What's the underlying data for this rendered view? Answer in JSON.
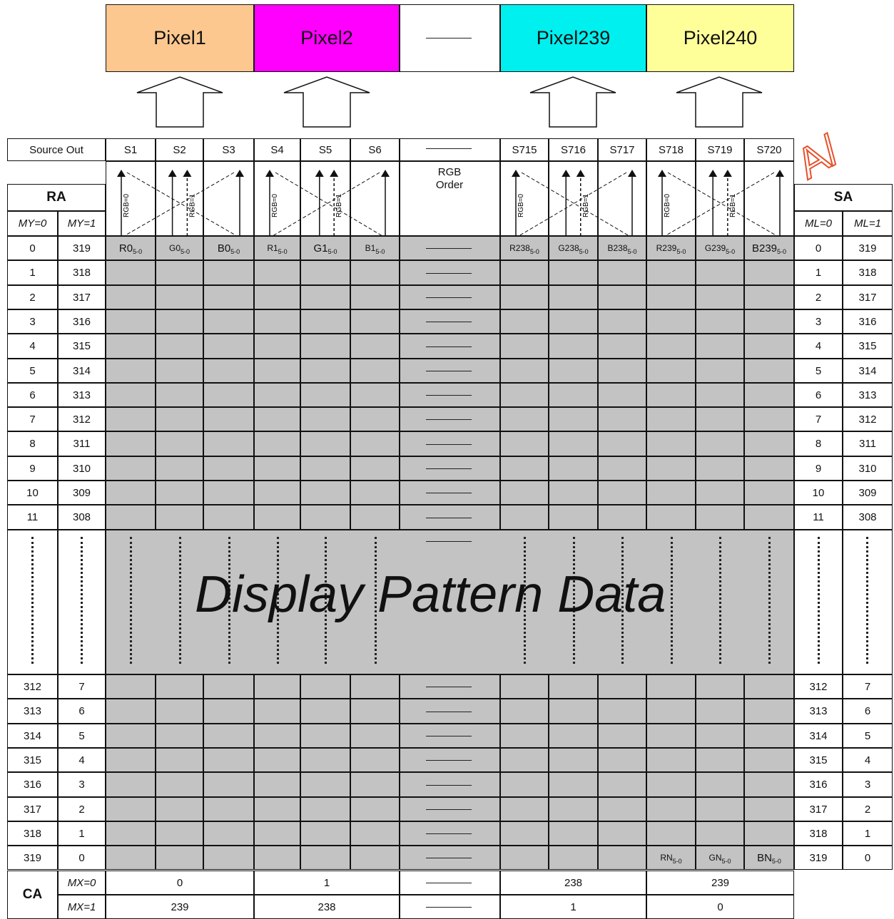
{
  "pixels": [
    {
      "label": "Pixel1",
      "color": "#fcc890"
    },
    {
      "label": "Pixel2",
      "color": "#ff00ff"
    },
    {
      "label": "—",
      "color": "#ffffff"
    },
    {
      "label": "Pixel239",
      "color": "#00f0f0"
    },
    {
      "label": "Pixel240",
      "color": "#ffff9a"
    }
  ],
  "source_out_label": "Source Out",
  "source_outputs": [
    "S1",
    "S2",
    "S3",
    "S4",
    "S5",
    "S6",
    "S715",
    "S716",
    "S717",
    "S718",
    "S719",
    "S720"
  ],
  "rgb_order_label": "RGB Order",
  "rgb_labels": [
    "RGB=0",
    "RGB=1"
  ],
  "ra_label": "RA",
  "sa_label": "SA",
  "my0_label": "MY=0",
  "my1_label": "MY=1",
  "ml0_label": "ML=0",
  "ml1_label": "ML=1",
  "first_row_cells": [
    {
      "main": "R0",
      "sub": "5-0"
    },
    {
      "main": "G0",
      "sub": "5-0"
    },
    {
      "main": "B0",
      "sub": "5-0"
    },
    {
      "main": "R1",
      "sub": "5-0"
    },
    {
      "main": "G1",
      "sub": "5-0"
    },
    {
      "main": "B1",
      "sub": "5-0"
    },
    {
      "main": "R238",
      "sub": "5-0"
    },
    {
      "main": "G238",
      "sub": "5-0"
    },
    {
      "main": "B238",
      "sub": "5-0"
    },
    {
      "main": "R239",
      "sub": "5-0"
    },
    {
      "main": "G239",
      "sub": "5-0"
    },
    {
      "main": "B239",
      "sub": "5-0"
    }
  ],
  "last_row_cells": [
    {
      "main": "RN",
      "sub": "5-0"
    },
    {
      "main": "GN",
      "sub": "5-0"
    },
    {
      "main": "BN",
      "sub": "5-0"
    }
  ],
  "top_rows": [
    [
      "0",
      "319"
    ],
    [
      "1",
      "318"
    ],
    [
      "2",
      "317"
    ],
    [
      "3",
      "316"
    ],
    [
      "4",
      "315"
    ],
    [
      "5",
      "314"
    ],
    [
      "6",
      "313"
    ],
    [
      "7",
      "312"
    ],
    [
      "8",
      "311"
    ],
    [
      "9",
      "310"
    ],
    [
      "10",
      "309"
    ],
    [
      "11",
      "308"
    ]
  ],
  "bottom_rows": [
    [
      "312",
      "7"
    ],
    [
      "313",
      "6"
    ],
    [
      "314",
      "5"
    ],
    [
      "315",
      "4"
    ],
    [
      "316",
      "3"
    ],
    [
      "317",
      "2"
    ],
    [
      "318",
      "1"
    ],
    [
      "319",
      "0"
    ]
  ],
  "display_text": "Display Pattern Data",
  "ca_label": "CA",
  "mx0_label": "MX=0",
  "mx1_label": "MX=1",
  "ca_mx0": [
    "0",
    "1",
    "238",
    "239"
  ],
  "ca_mx1": [
    "239",
    "238",
    "1",
    "0"
  ],
  "colors": {
    "gray": "#c3c3c3",
    "line": "#111111",
    "watermark": "#e8502a"
  }
}
